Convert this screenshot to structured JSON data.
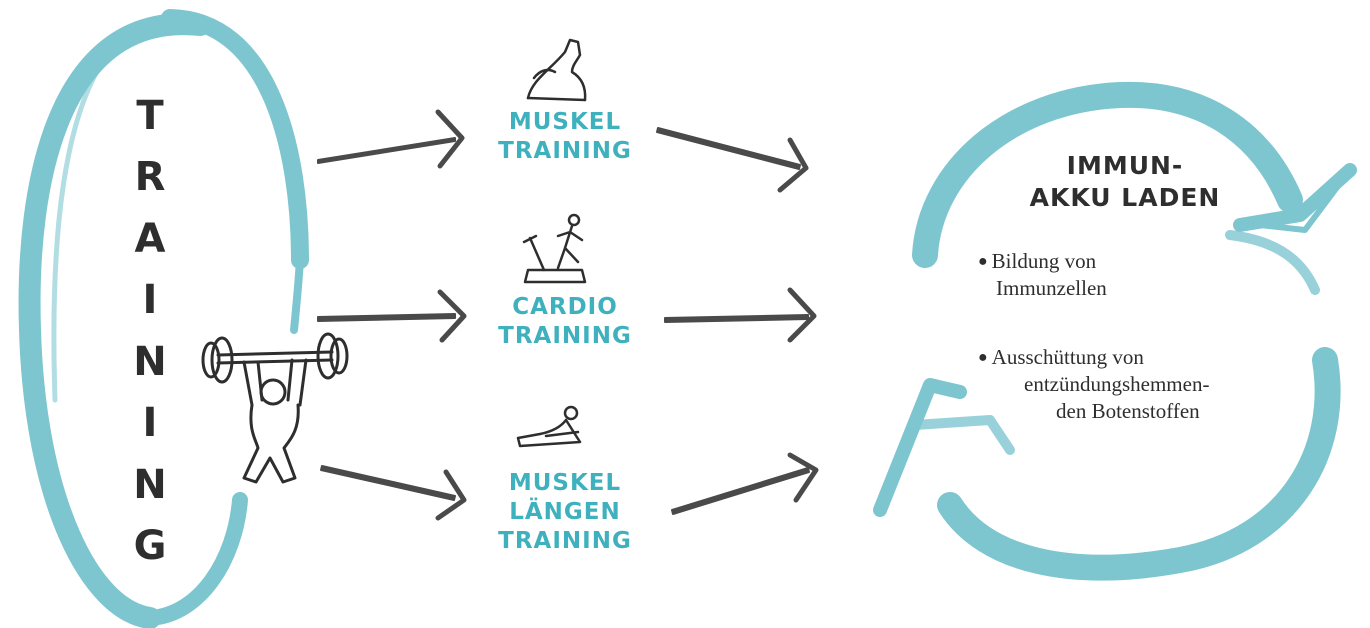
{
  "left_word": [
    "T",
    "R",
    "A",
    "I",
    "N",
    "I",
    "N",
    "G"
  ],
  "branches": [
    {
      "icon": "flexed-arm-icon",
      "lines": [
        "MUSKEL",
        "TRAINING"
      ]
    },
    {
      "icon": "treadmill-runner-icon",
      "lines": [
        "CARDIO",
        "TRAINING"
      ]
    },
    {
      "icon": "stretching-person-icon",
      "lines": [
        "MUSKEL",
        "LÄNGEN",
        "TRAINING"
      ]
    }
  ],
  "cycle": {
    "title_line1": "IMMUN-",
    "title_line2": "AKKU LADEN",
    "bullet1": {
      "line1": "Bildung von",
      "line2": "Immunzellen"
    },
    "bullet2": {
      "line1": "Ausschüttung von",
      "line2": "entzündungshemmen-",
      "line3": "den Botenstoffen"
    }
  },
  "colors": {
    "accent": "#7ec6cf",
    "accent_text": "#3fb0bd",
    "arrow": "#4a4a4a",
    "text": "#2e2e2e"
  }
}
